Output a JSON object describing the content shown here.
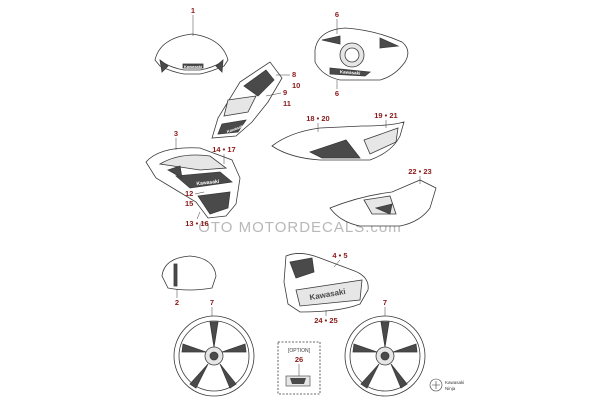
{
  "callouts": {
    "c1": "1",
    "c6_top": "6",
    "c6_bottom": "6",
    "c8": "8",
    "c10": "10",
    "c9": "9",
    "c11": "11",
    "c18_20": "18 • 20",
    "c19_21": "19 • 21",
    "c3": "3",
    "c14_17": "14 • 17",
    "c12": "12",
    "c15": "15",
    "c13_16": "13 • 16",
    "c22_23": "22 • 23",
    "c4_5": "4 • 5",
    "c2": "2",
    "c7_left": "7",
    "c7_right": "7",
    "c24_25": "24 • 25",
    "c26": "26"
  },
  "option_label": "[OPTION]",
  "watermark": "OTO MOTORDECALS.com",
  "corner_logo": {
    "line1": "Kawasaki",
    "line2": "Ninja"
  },
  "decal_marks": {
    "screen_brand": "Kawasaki",
    "tank_brand": "Kawasaki",
    "fairing_brand": "Kawasaki",
    "side_brand": "Kawasaki",
    "lower_side_brand": "Kawasaki"
  },
  "colors": {
    "callout": "#8b1a1a",
    "line": "#3a3a3a",
    "fill": "#e6e6e6",
    "dark": "#4a4a4a",
    "watermark": "#b8b8b8"
  }
}
